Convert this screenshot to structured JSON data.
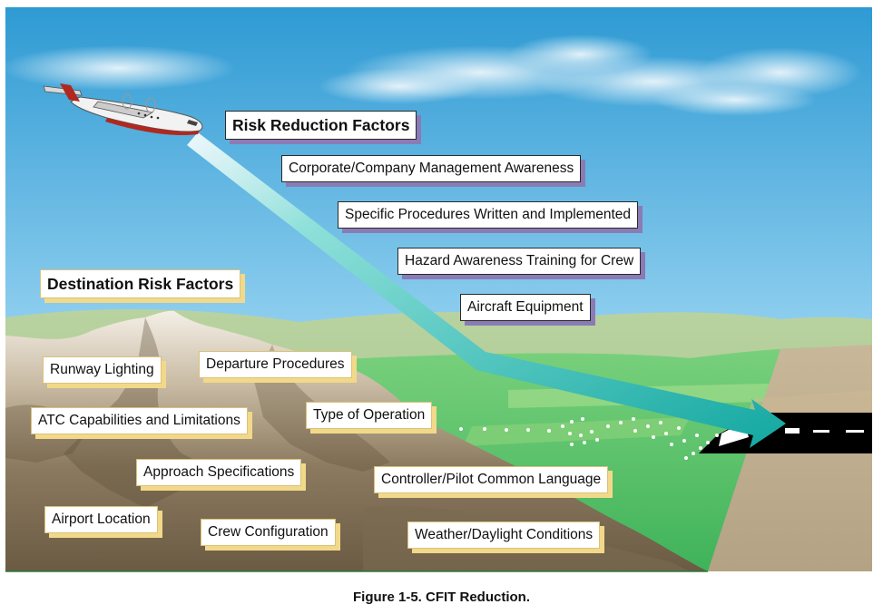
{
  "risk_reduction": {
    "title": "Risk Reduction Factors",
    "items": [
      "Corporate/Company Management Awareness",
      "Specific Procedures Written and Implemented",
      "Hazard Awareness Training for Crew",
      "Aircraft Equipment"
    ]
  },
  "destination_risk": {
    "title": "Destination Risk Factors",
    "items": {
      "runway_lighting": "Runway Lighting",
      "departure_procedures": "Departure Procedures",
      "atc_capabilities": "ATC Capabilities and Limitations",
      "type_of_operation": "Type of Operation",
      "approach_specifications": "Approach Specifications",
      "controller_pilot_language": "Controller/Pilot Common Language",
      "airport_location": "Airport Location",
      "crew_configuration": "Crew Configuration",
      "weather_daylight": "Weather/Daylight Conditions"
    }
  },
  "caption": "Figure 1-5. CFIT Reduction.",
  "colors": {
    "sky_top": "#2f9fd6",
    "sky_bottom": "#cfeaf7",
    "grass": "#5cc36a",
    "mountain": "#8a7a64",
    "arrow": "#19b3ad",
    "risk_shadow": "#8b7bb5",
    "dest_shadow": "#f2d98a"
  },
  "icons": [
    "airplane-icon",
    "flight-path-arrow-icon",
    "runway-icon",
    "approach-lights-icon"
  ]
}
